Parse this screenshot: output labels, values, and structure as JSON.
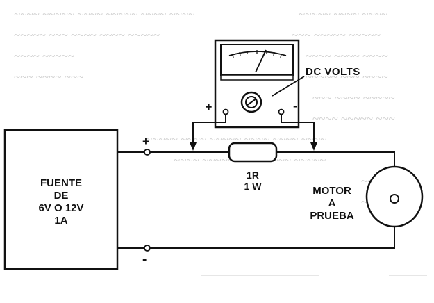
{
  "colors": {
    "ink": "#111111",
    "paper": "#ffffff",
    "faded_text": "#d0d0d0"
  },
  "meter": {
    "label": "DC VOLTS",
    "plus": "+",
    "minus": "-"
  },
  "power_supply": {
    "line1": "FUENTE",
    "line2": "DE",
    "line3": "6V O 12V",
    "line4": "1A",
    "plus": "+",
    "minus": "-"
  },
  "resistor": {
    "line1": "1R",
    "line2": "1 W"
  },
  "motor": {
    "line1": "MOTOR",
    "line2": "A",
    "line3": "PRUEBA"
  },
  "icons": [
    "meter-needle-icon",
    "adjust-screw-icon",
    "motor-symbol-icon"
  ]
}
